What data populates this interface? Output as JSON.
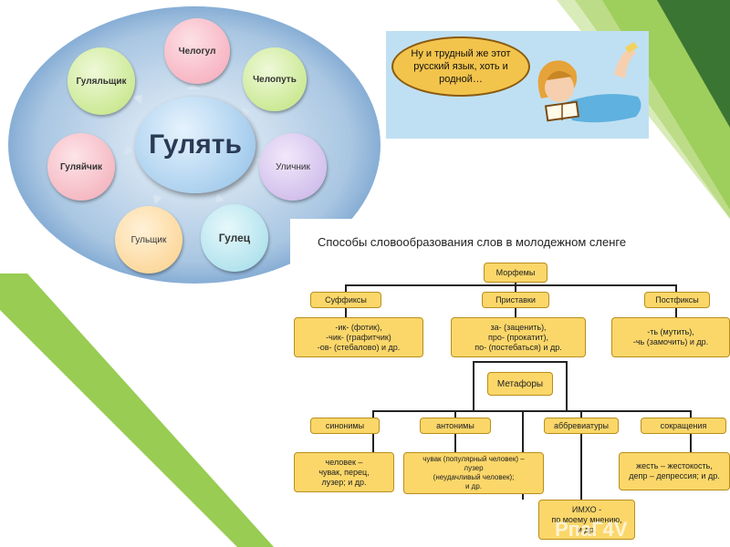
{
  "colors": {
    "accent_green": "#8dc63f",
    "dark_green": "#2f6b2f",
    "node_fill": "#fbd76a",
    "panel_blue": "#bfe0f2"
  },
  "word_circle": {
    "center": "Гулять",
    "petals": [
      "Челогул",
      "Челопуть",
      "Уличник",
      "Гулец",
      "Гульщик",
      "Гуляйчик",
      "Гуляльщик"
    ]
  },
  "reader": {
    "speech": "Ну и трудный же этот русский язык, хоть и родной…",
    "icon": "girl-reading-book-icon"
  },
  "scheme": {
    "title": "Способы словообразования слов в молодежном сленге",
    "morphemes": "Морфемы",
    "suffixes": "Суффиксы",
    "prefixes": "Приставки",
    "postfixes": "Постфиксы",
    "suffix_examples": "-ик- (фотик),\n-чик- (графитчик)\n-ов- (стебалово) и др.",
    "prefix_examples": "за- (заценить),\nпро- (прокатит),\nпо- (постебаться) и др.",
    "postfix_examples": "-ть (мутить),\n-чь (замочить) и др.",
    "metaphors": "Метафоры",
    "synonyms": "синонимы",
    "antonyms": "антонимы",
    "abbreviations": "аббревиатуры",
    "shortenings": "сокращения",
    "synonym_examples": "человек –\nчувак, перец,\nлузер; и др.",
    "antonym_examples": "чувак (популярный человек) –\nлузер\n(неудачливый человек);\nи др.",
    "abbreviation_examples": "ИМХО -\nпо моему мнению,\nи др.",
    "shortening_examples": "жесть – жестокость,\nдепр – депрессия; и др.",
    "watermark": "РпаГ4V"
  }
}
